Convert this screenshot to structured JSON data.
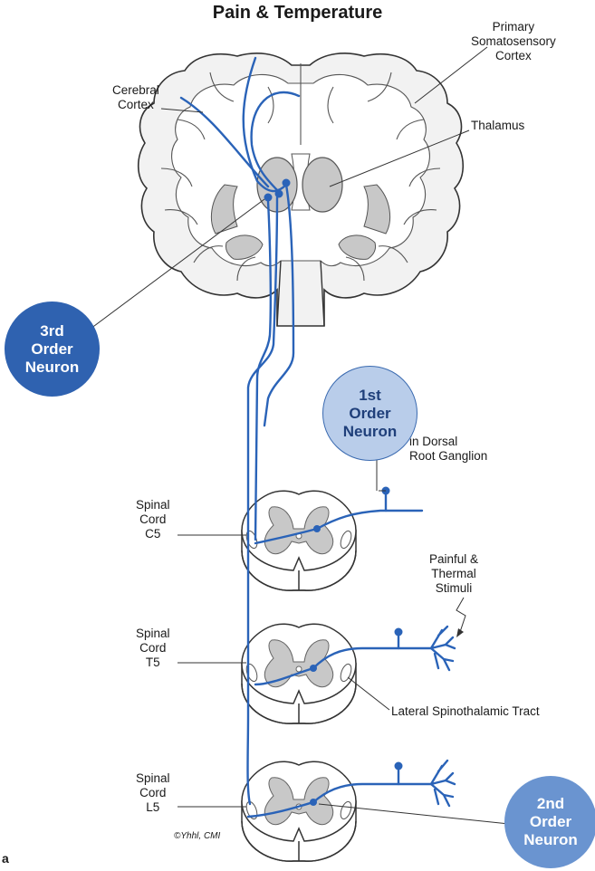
{
  "title": "Pain & Temperature",
  "labels": {
    "primary_cortex": "Primary\nSomatosensory\nCortex",
    "cerebral_cortex": "Cerebral\nCortex",
    "thalamus": "Thalamus",
    "dorsal_root": "in Dorsal\nRoot Ganglion",
    "stimuli": "Painful &\nThermal\nStimuli",
    "lst_tract": "Lateral Spinothalamic Tract",
    "cord_c5": "Spinal\nCord\nC5",
    "cord_t5": "Spinal\nCord\nT5",
    "cord_l5": "Spinal\nCord\nL5",
    "copyright": "©Yhhl, CMI",
    "panel_letter": "a"
  },
  "neurons": {
    "third": "3rd\nOrder\nNeuron",
    "first": "1st\nOrder\nNeuron",
    "second": "2nd\nOrder\nNeuron"
  },
  "colors": {
    "pathway": "#2a63b8",
    "third_neuron": "#2f62b0",
    "first_neuron": "#b9cdea",
    "second_neuron": "#6a94d0",
    "gray_matter": "#c8c8c8",
    "brain_fill": "#f2f2f2",
    "outline": "#333333"
  }
}
